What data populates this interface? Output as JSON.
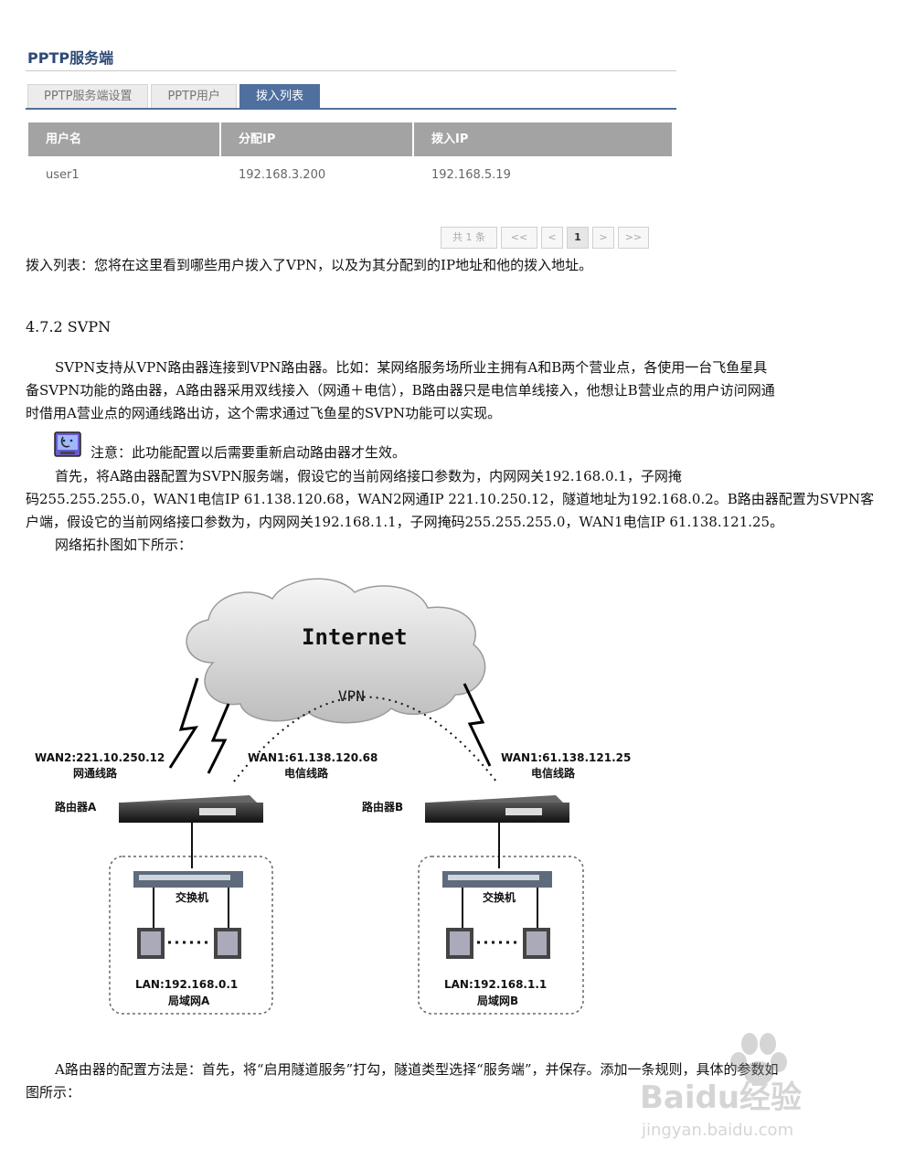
{
  "pptp": {
    "title": "PPTP服务端",
    "tabs": [
      {
        "label": "PPTP服务端设置",
        "active": false
      },
      {
        "label": "PPTP用户",
        "active": false
      },
      {
        "label": "拨入列表",
        "active": true
      }
    ],
    "table": {
      "headers": [
        "用户名",
        "分配IP",
        "拨入IP"
      ],
      "rows": [
        [
          "user1",
          "192.168.3.200",
          "192.168.5.19"
        ]
      ]
    },
    "pager": {
      "total": "共 1 条",
      "first": "<<",
      "prev": "<",
      "current": "1",
      "next": ">",
      "last": ">>"
    }
  },
  "doc": {
    "caption": "拨入列表：您将在这里看到哪些用户拨入了VPN，以及为其分配到的IP地址和他的拨入地址。",
    "section_heading": "4.7.2 SVPN",
    "para1_line1": "SVPN支持从VPN路由器连接到VPN路由器。比如：某网络服务场所业主拥有A和B两个营业点，各使用一台飞鱼星具",
    "para1_line2": "备SVPN功能的路由器，A路由器采用双线接入（网通＋电信），B路由器只是电信单线接入，他想让B营业点的用户访问网通",
    "para1_line3": "时借用A营业点的网通线路出访，这个需求通过飞鱼星的SVPN功能可以实现。",
    "note": "注意：此功能配置以后需要重新启动路由器才生效。",
    "para2_line1": "首先，将A路由器配置为SVPN服务端，假设它的当前网络接口参数为，内网网关192.168.0.1，子网掩",
    "para2_line2": "码255.255.255.0，WAN1电信IP  61.138.120.68，WAN2网通IP   221.10.250.12，隧道地址为192.168.0.2。B路由器配置为SVPN客",
    "para2_line3": "户端，假设它的当前网络接口参数为，内网网关192.168.1.1，子网掩码255.255.255.0，WAN1电信IP 61.138.121.25。",
    "para3": "网络拓扑图如下所示：",
    "para4_line1": "A路由器的配置方法是：首先，将“启用隧道服务”打勾，隧道类型选择“服务端”，并保存。添加一条规则，具体的参数如",
    "para4_line2": "图所示："
  },
  "diagram": {
    "internet": "Internet",
    "vpn": "VPN",
    "wan2_a": "WAN2:221.10.250.12",
    "line_a_wan2": "网通线路",
    "wan1_a": "WAN1:61.138.120.68",
    "line_a_wan1": "电信线路",
    "wan1_b": "WAN1:61.138.121.25",
    "line_b_wan1": "电信线路",
    "router_a": "路由器A",
    "router_b": "路由器B",
    "switch_a": "交换机",
    "switch_b": "交换机",
    "lan_a": "LAN:192.168.0.1",
    "lan_b": "LAN:192.168.1.1",
    "net_a": "局域网A",
    "net_b": "局域网B"
  },
  "watermark": {
    "logo": "Baidu经验",
    "url": "jingyan.baidu.com"
  },
  "colors": {
    "title_blue": "#2d4a74",
    "tab_active": "#4f6f9e",
    "table_header": "#a3a3a3"
  }
}
